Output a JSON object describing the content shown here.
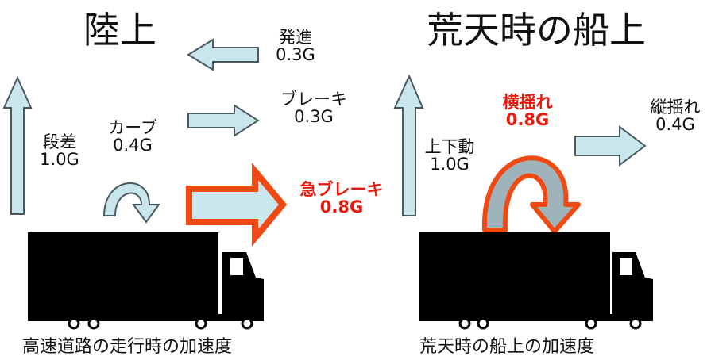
{
  "colors": {
    "arrow_fill": "#c8e6ec",
    "arrow_stroke": "#4a5a60",
    "emphasis_stroke": "#f04a14",
    "emphasis_text": "#e8190f",
    "truck_fill": "#000000"
  },
  "land": {
    "title": "陸上",
    "caption": "高速道路の走行時の加速度",
    "forces": {
      "start": {
        "label": "発進",
        "value": "0.3G"
      },
      "brake": {
        "label": "ブレーキ",
        "value": "0.3G"
      },
      "curve": {
        "label": "カーブ",
        "value": "0.4G"
      },
      "bump": {
        "label": "段差",
        "value": "1.0G"
      },
      "hard_brake": {
        "label": "急ブレーキ",
        "value": "0.8G"
      }
    }
  },
  "ship": {
    "title": "荒天時の船上",
    "caption": "荒天時の船上の加速度",
    "forces": {
      "roll": {
        "label": "横揺れ",
        "value": "0.8G"
      },
      "pitch": {
        "label": "縦揺れ",
        "value": "0.4G"
      },
      "heave": {
        "label": "上下動",
        "value": "1.0G"
      }
    }
  },
  "icons": [
    "arrow-left-icon",
    "arrow-right-icon",
    "arrow-up-icon",
    "curved-arrow-icon",
    "truck-icon"
  ]
}
